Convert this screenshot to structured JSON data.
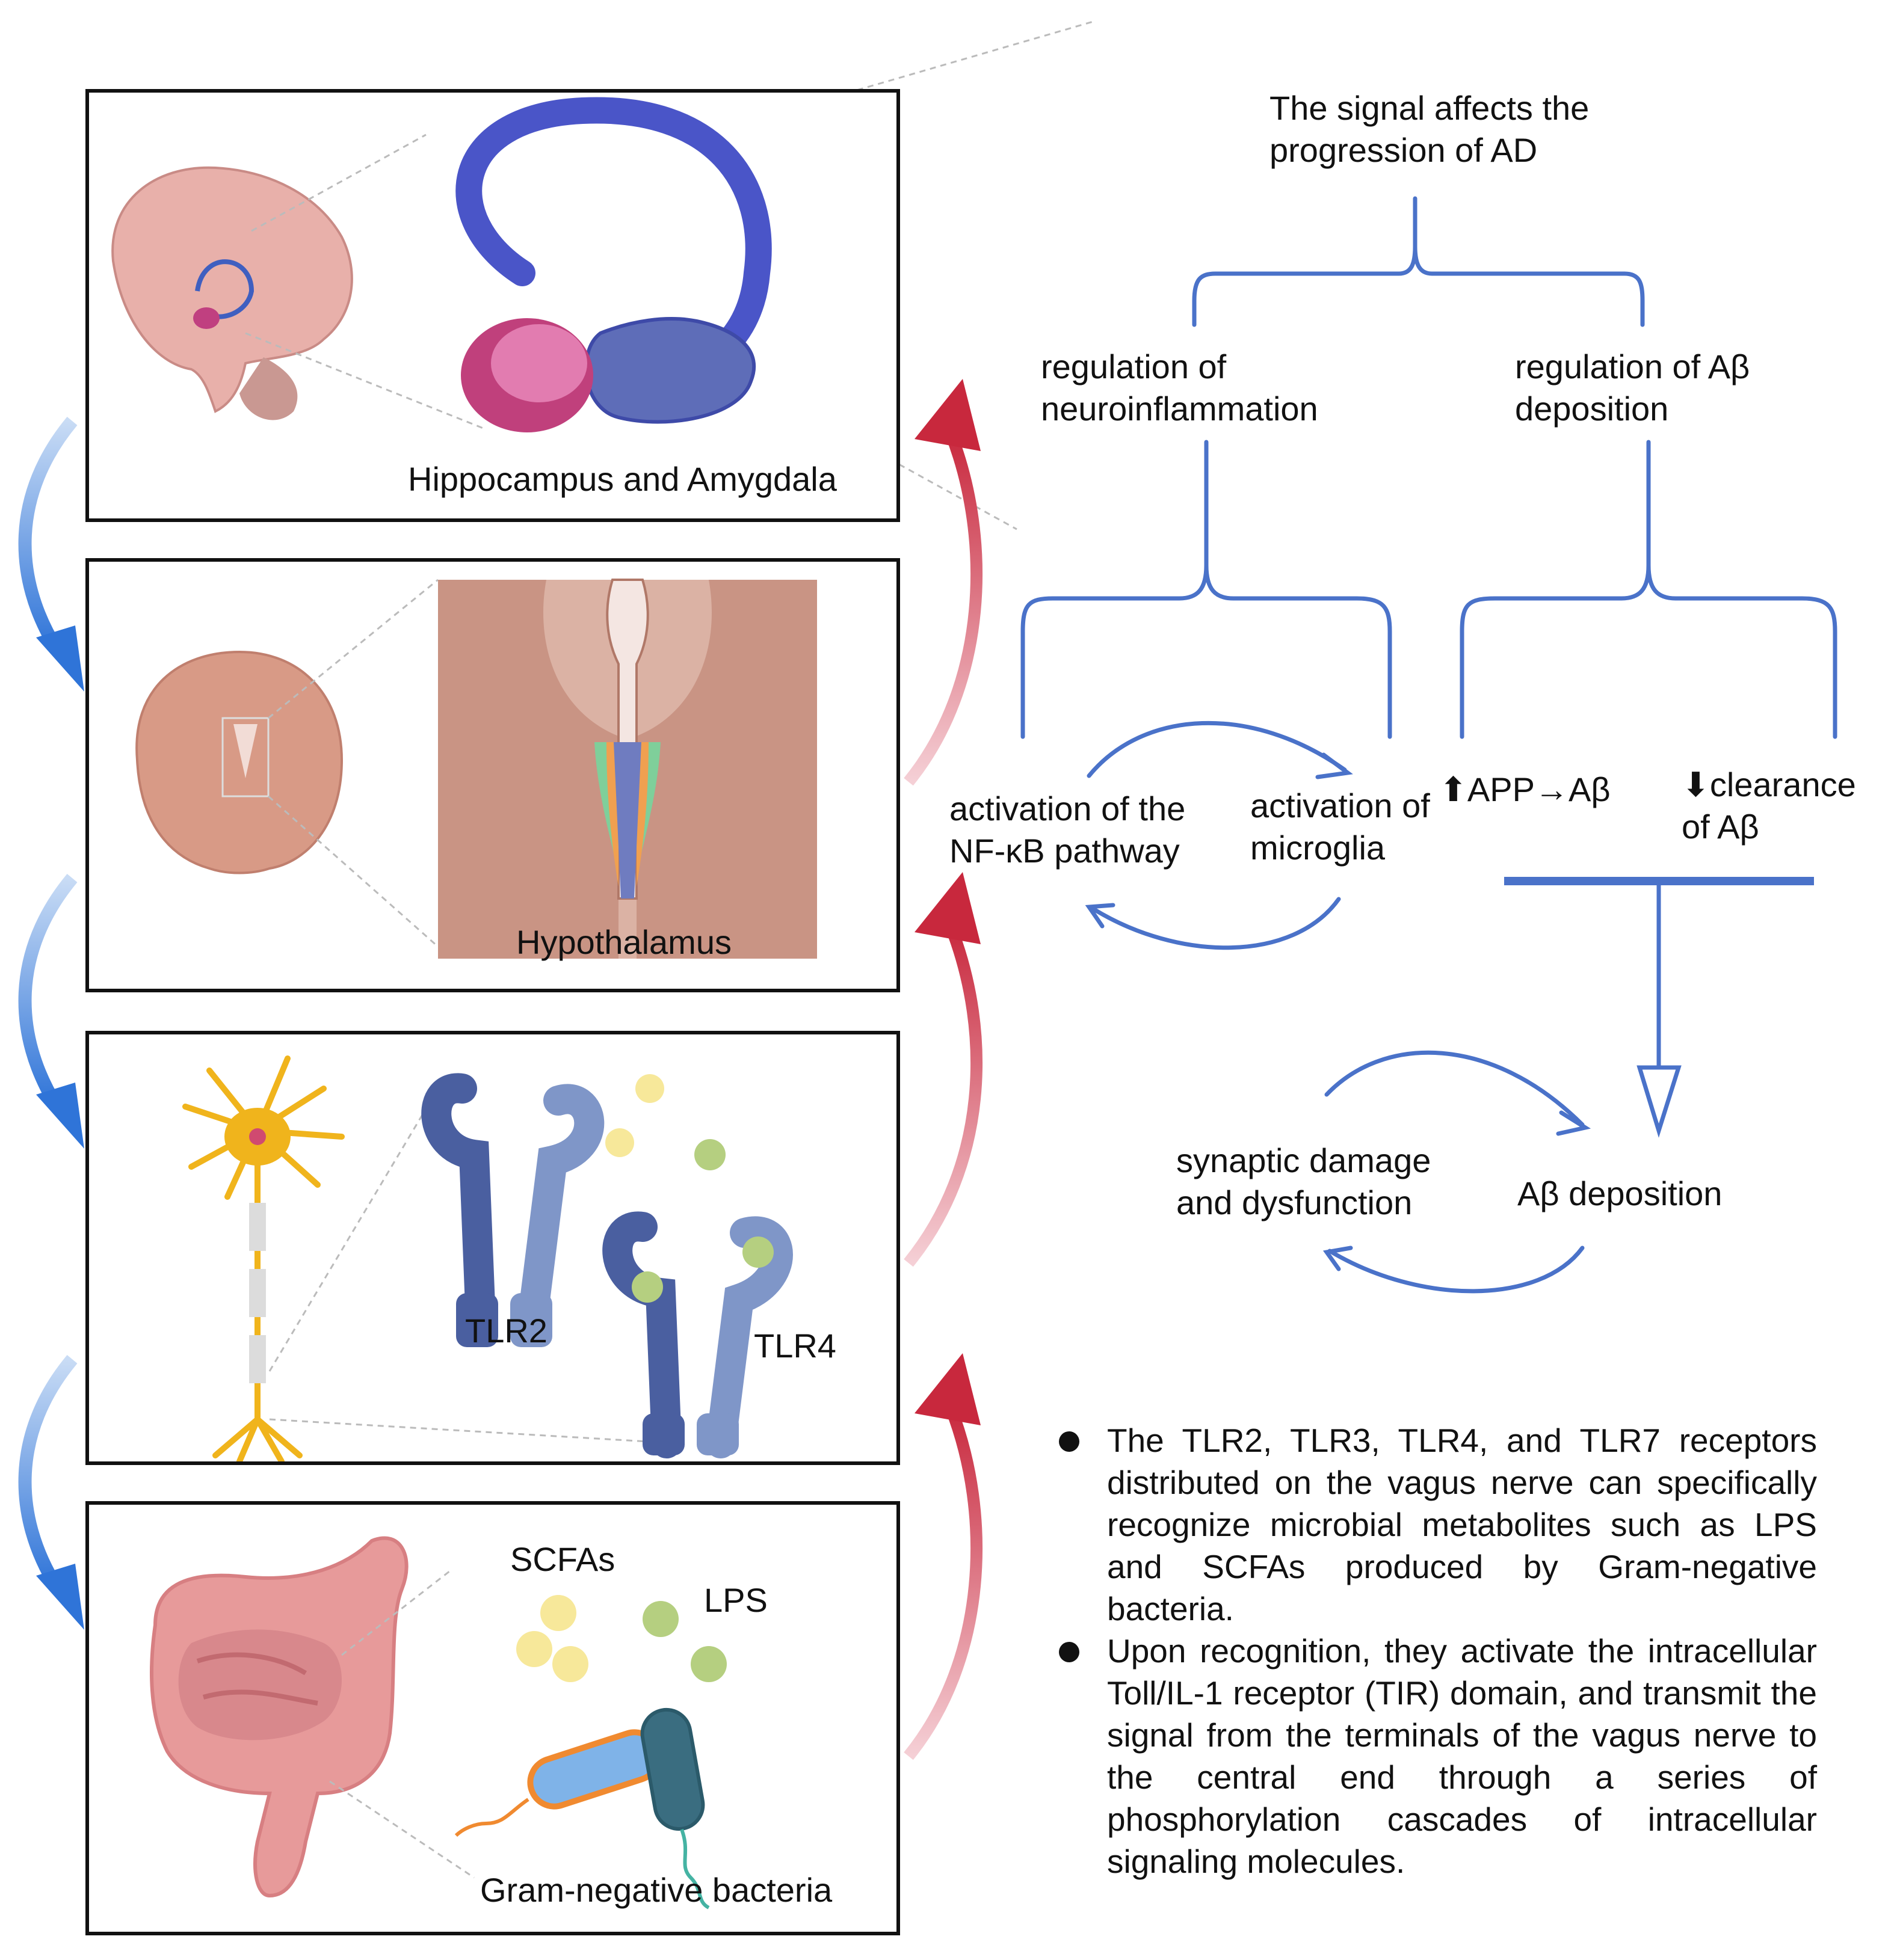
{
  "panels": {
    "brain_label": "Hippocampus and Amygdala",
    "hypothalamus_label": "Hypothalamus",
    "tlr2_label": "TLR2",
    "tlr4_label": "TLR4",
    "scfas_label": "SCFAs",
    "lps_label": "LPS",
    "bacteria_label": "Gram-negative bacteria"
  },
  "flow": {
    "top": "The signal affects the progression of AD",
    "neuroinflammation": "regulation of neuroinflammation",
    "abeta_regulation": "regulation of Aβ deposition",
    "nfkb": "activation of the NF-κB pathway",
    "microglia": "activation of microglia",
    "app": "⬆APP→Aβ",
    "clearance": "⬇clearance of Aβ",
    "synaptic": "synaptic damage and dysfunction",
    "deposition": "Aβ deposition"
  },
  "bullets": [
    "The TLR2, TLR3, TLR4, and TLR7 receptors distributed on the vagus nerve can specifically recognize microbial metabolites such as LPS and SCFAs produced by Gram-negative bacteria.",
    "Upon recognition, they activate the intracellular Toll/IL-1 receptor (TIR) domain, and transmit the signal from the terminals of the vagus nerve to the central end through a series of phosphorylation cascades of intracellular signaling molecules."
  ],
  "colors": {
    "flow_blue": "#4a72c9",
    "arrow_blue": "#3f7fd6",
    "arrow_red": "#c8283d",
    "brain_pink": "#e8b0aa",
    "receptor_blue": "#5a6fa8",
    "neuron_yellow": "#f0b41c"
  }
}
